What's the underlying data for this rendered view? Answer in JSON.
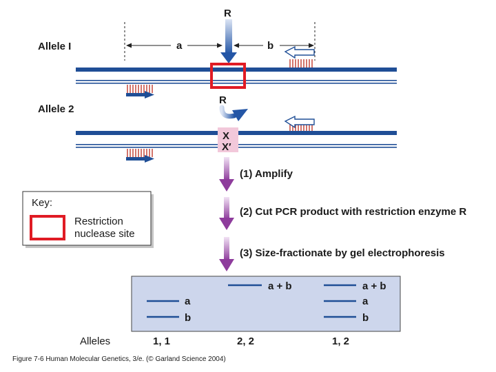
{
  "allele1": {
    "label": "Allele I",
    "site_label": "R",
    "fragment_a": "a",
    "fragment_b": "b"
  },
  "allele2": {
    "label": "Allele 2",
    "site_label": "R",
    "mutation_top": "X",
    "mutation_bottom": "X′"
  },
  "steps": [
    {
      "label": "(1)  Amplify"
    },
    {
      "label": "(2)  Cut PCR product with restriction enzyme R"
    },
    {
      "label": "(3)  Size-fractionate by gel electrophoresis"
    }
  ],
  "key": {
    "title": "Key:",
    "line1": "Restriction",
    "line2": "nuclease site"
  },
  "gel": {
    "lane1": {
      "band_a": "a",
      "band_b": "b"
    },
    "lane2": {
      "band_ab": "a + b"
    },
    "lane3": {
      "band_ab": "a + b",
      "band_a": "a",
      "band_b": "b"
    }
  },
  "alleles_row": {
    "label": "Alleles",
    "lane1": "1, 1",
    "lane2": "2, 2",
    "lane3": "1, 2"
  },
  "caption": "Figure 7-6  Human Molecular Genetics, 3/e.  (© Garland Science 2004)",
  "colors": {
    "dna": "#1f4e96",
    "site_box": "#e01b24",
    "primer_hatch": "#c0392b",
    "step_arrow": "#8e3c9c",
    "gel_bg": "#cdd6ec",
    "band": "#1f4e96"
  }
}
